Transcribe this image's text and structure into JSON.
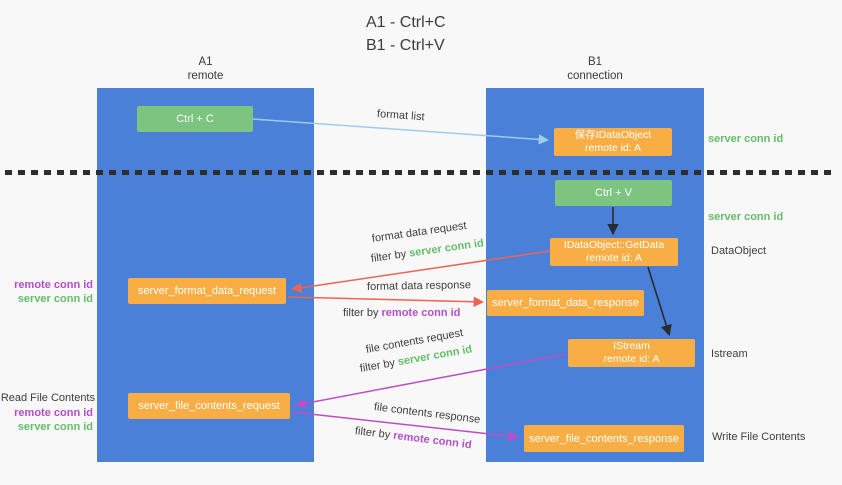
{
  "title": {
    "lines": [
      "A1 - Ctrl+C",
      "B1 - Ctrl+V"
    ]
  },
  "lanes": {
    "a1": {
      "name": "A1",
      "role": "remote"
    },
    "b1": {
      "name": "B1",
      "role": "connection"
    }
  },
  "boxes": {
    "ctrl_c": "Ctrl + C",
    "ctrl_v": "Ctrl + V",
    "save_title": "保存IDataObject",
    "save_sub": "remote id: A",
    "getdata_title": "IDataObject::GetData",
    "getdata_sub": "remote id: A",
    "istream_title": "IStream",
    "istream_sub": "remote id: A",
    "format_request": "server_format_data_request",
    "format_response": "server_format_data_response",
    "file_request": "server_file_contents_request",
    "file_response": "server_file_contents_response"
  },
  "labels": {
    "format_list": "format list",
    "format_data_request": "format data request",
    "format_data_response": "format data response",
    "file_contents_request": "file contents request",
    "file_contents_response": "file contents response",
    "filter_by": "filter by",
    "server_conn_id": "server conn id",
    "remote_conn_id": "remote conn id",
    "dataobject": "DataObject",
    "istream_side": "Istream",
    "read_file_contents": "Read File Contents",
    "write_file_contents": "Write File Contents"
  },
  "colors": {
    "lane_blue": "#4A80D8",
    "box_green": "#7CC47F",
    "box_orange": "#F8AE44",
    "arrow_red": "#EC6358",
    "arrow_magenta": "#BD4FC6",
    "arrow_light_blue": "#9FCBEC",
    "arrow_black": "#2b2b2b",
    "text_green": "#63BE6A",
    "text_purple": "#B44FC9"
  }
}
